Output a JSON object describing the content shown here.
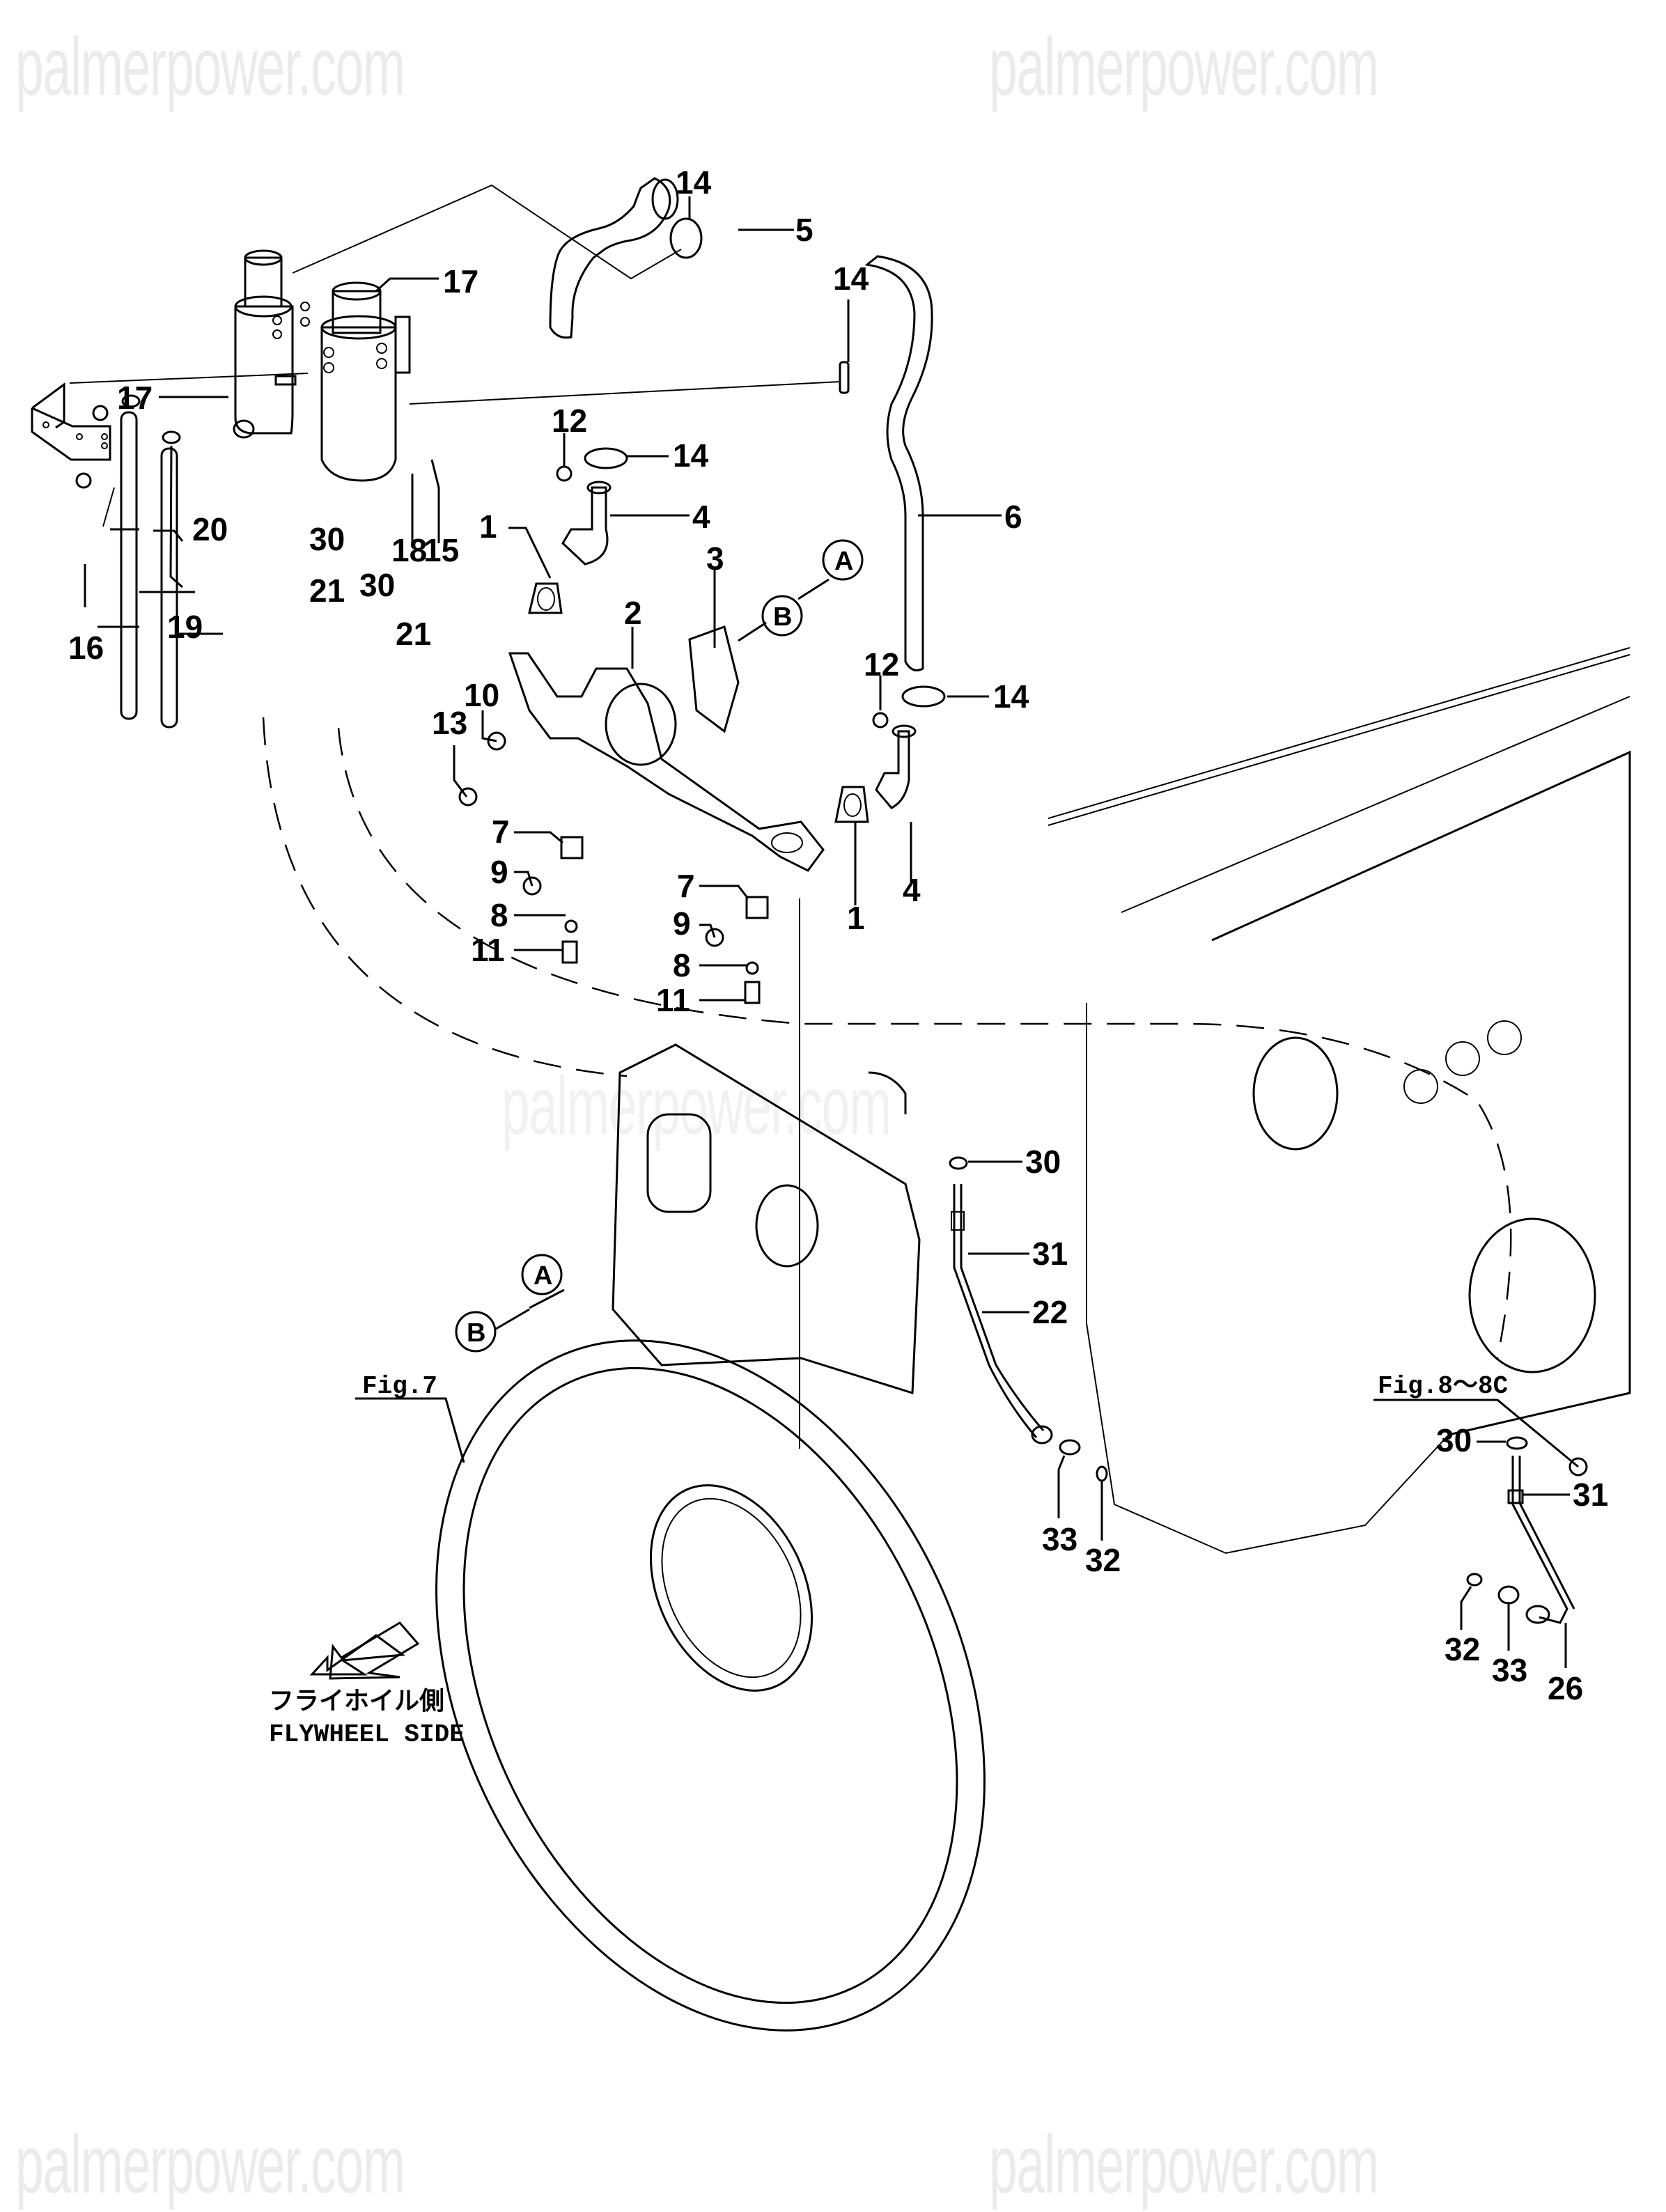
{
  "watermarks": [
    {
      "text": "palmerpower.com"
    },
    {
      "text": "palmerpower.com"
    },
    {
      "text": "palmerpower.com"
    },
    {
      "text": "palmerpower.com"
    },
    {
      "text": "palmerpower.com"
    }
  ],
  "part_labels": {
    "p1a": "1",
    "p1b": "1",
    "p2": "2",
    "p3": "3",
    "p4a": "4",
    "p4b": "4",
    "p5": "5",
    "p6": "6",
    "p7a": "7",
    "p7b": "7",
    "p8a": "8",
    "p8b": "8",
    "p9a": "9",
    "p9b": "9",
    "p10": "10",
    "p11a": "11",
    "p11b": "11",
    "p12a": "12",
    "p12b": "12",
    "p13": "13",
    "p14a": "14",
    "p14b": "14",
    "p14c": "14",
    "p14d": "14",
    "p15": "15",
    "p16": "16",
    "p17a": "17",
    "p17b": "17",
    "p18": "18",
    "p19": "19",
    "p20": "20",
    "p21a": "21",
    "p21b": "21",
    "p22": "22",
    "p26": "26",
    "p30a": "30",
    "p30b": "30",
    "p30c": "30",
    "p30d": "30",
    "p31a": "31",
    "p31b": "31",
    "p32a": "32",
    "p32b": "32",
    "p33a": "33",
    "p33b": "33"
  },
  "reference_markers": {
    "a_top": "A",
    "b_top": "B",
    "a_bottom": "A",
    "b_bottom": "B"
  },
  "figure_refs": {
    "fig7": "Fig.7",
    "fig8": "Fig.8～8C"
  },
  "orientation": {
    "japanese": "フライホイル側",
    "english": "FLYWHEEL SIDE",
    "arrow_icon": "arrow-down-left"
  }
}
